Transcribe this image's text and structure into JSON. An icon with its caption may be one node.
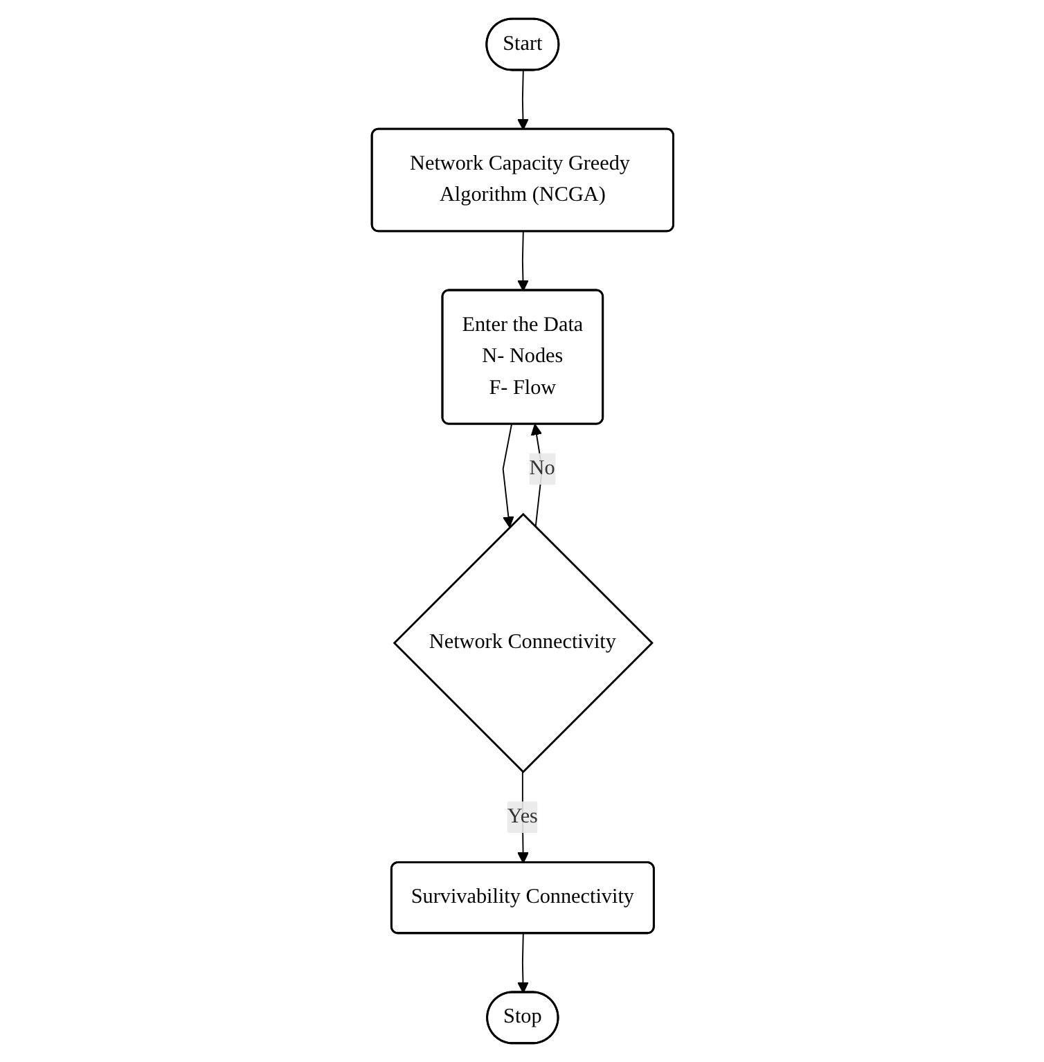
{
  "diagram": {
    "nodes": [
      {
        "text": [
          "Start"
        ]
      },
      {
        "text": [
          "Network Capacity Greedy Algorithm (NCGA)"
        ]
      },
      {
        "text": [
          "Enter the Data",
          "N- Nodes",
          "F- Flow"
        ]
      },
      {
        "text": [
          "Network Connectivity"
        ]
      },
      {
        "text": [
          "Survivability Connectivity"
        ]
      },
      {
        "text": [
          "Stop"
        ]
      }
    ],
    "edges": [
      {
        "from": 0,
        "to": 1,
        "arrow": "to"
      },
      {
        "from": 1,
        "to": 2,
        "arrow": "to"
      },
      {
        "from": 2,
        "to": 3,
        "arrow": "to"
      },
      {
        "from": 3,
        "to": 4,
        "label": "Yes",
        "arrow": "to"
      },
      {
        "from": 3,
        "to": 2,
        "label": "No",
        "arrow": "to"
      },
      {
        "from": 4,
        "to": 5,
        "arrow": "to"
      }
    ]
  }
}
